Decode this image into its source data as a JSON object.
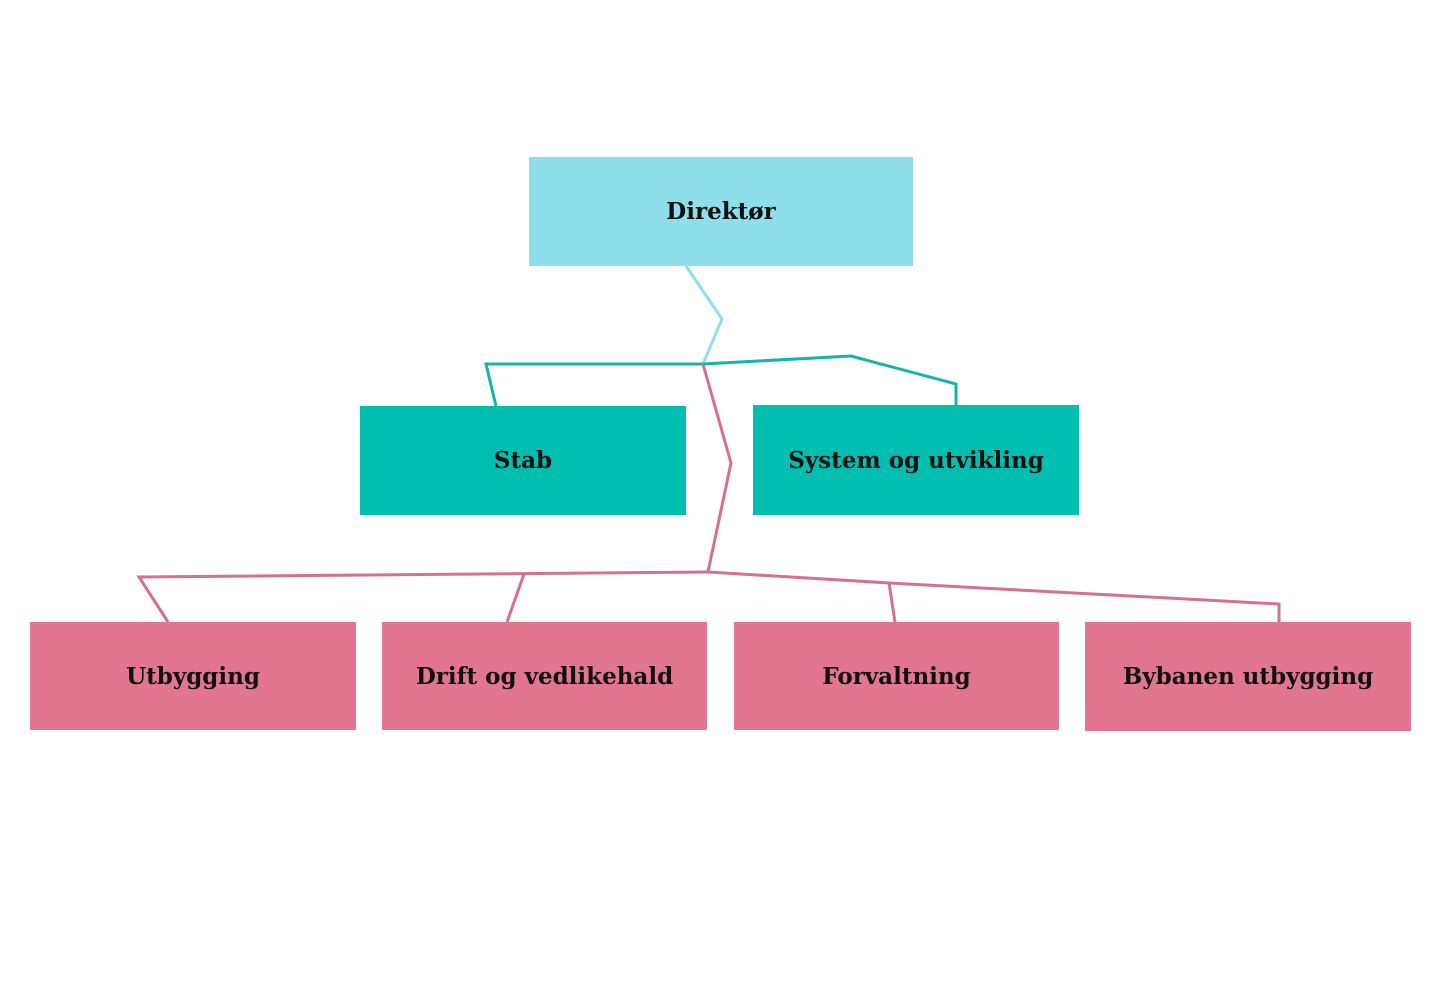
{
  "colors": {
    "director": "#8fdeeb",
    "level1": "#00bfb0",
    "level2": "#e27690",
    "line_director": "#8fdeeb",
    "line_level1": "#17b4a9",
    "line_level2": "#d5718a"
  },
  "nodes": {
    "director": "Direktør",
    "stab": "Stab",
    "system": "System og utvikling",
    "utbygging": "Utbygging",
    "drift": "Drift og vedlikehald",
    "forvaltning": "Forvaltning",
    "bybanen": "Bybanen utbygging"
  }
}
